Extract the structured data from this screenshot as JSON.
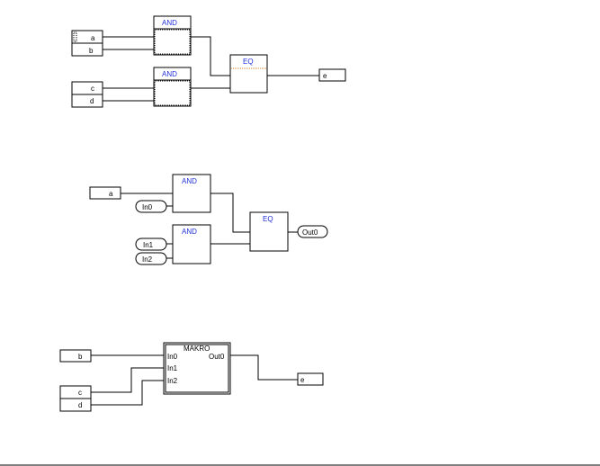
{
  "diagram1": {
    "and1": "AND",
    "and2": "AND",
    "eq": "EQ",
    "inputs": [
      "a",
      "b",
      "c",
      "d"
    ],
    "output": "e"
  },
  "diagram2": {
    "and1": "AND",
    "and2": "AND",
    "eq": "EQ",
    "input_a": "a",
    "in0": "In0",
    "in1": "In1",
    "in2": "In2",
    "out0": "Out0"
  },
  "diagram3": {
    "block_title": "MAKRO",
    "port_in0": "In0",
    "port_in1": "In1",
    "port_in2": "In2",
    "port_out0": "Out0",
    "input_b": "b",
    "input_c": "c",
    "input_d": "d",
    "output_e": "e"
  },
  "colors": {
    "block_label": "#1f2fd8",
    "accent_line": "#d08a2a"
  }
}
